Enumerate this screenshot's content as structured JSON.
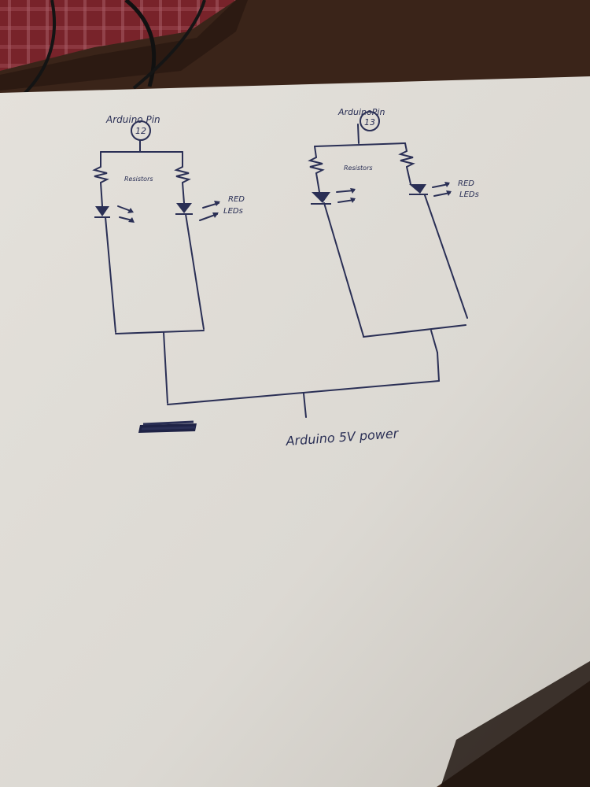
{
  "diagram": {
    "left_circuit": {
      "pin_label": "Arduino Pin",
      "pin_number": "12",
      "resistor_label": "Resistors",
      "led_label_line1": "RED",
      "led_label_line2": "LEDs"
    },
    "right_circuit": {
      "pin_label": "ArduinoPin",
      "pin_number": "13",
      "resistor_label": "Resistors",
      "led_label_line1": "RED",
      "led_label_line2": "LEDs"
    },
    "power_label": "Arduino 5V power"
  },
  "colors": {
    "ink": "#2a2f55",
    "paper": "#dedbd5",
    "table": "#3a2419",
    "cloth": "#8e2a32"
  }
}
